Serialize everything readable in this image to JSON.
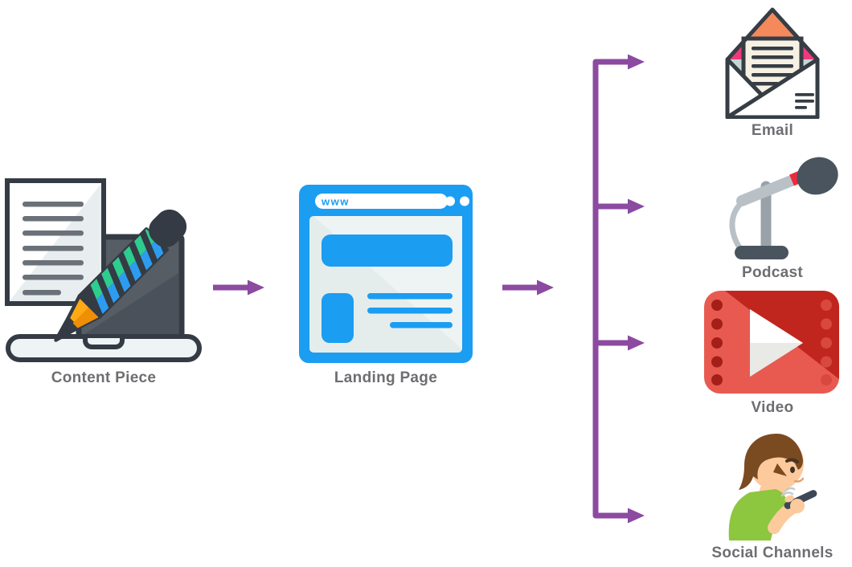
{
  "diagram": {
    "type": "flow-diagram",
    "source": {
      "id": "content-piece",
      "label": "Content Piece",
      "icon": "laptop-document-pencil-icon"
    },
    "intermediate": {
      "id": "landing-page",
      "label": "Landing Page",
      "icon": "browser-window-icon",
      "browser_address_text": "www"
    },
    "targets": [
      {
        "id": "email",
        "label": "Email",
        "icon": "open-envelope-icon"
      },
      {
        "id": "podcast",
        "label": "Podcast",
        "icon": "microphone-icon"
      },
      {
        "id": "video",
        "label": "Video",
        "icon": "video-player-icon"
      },
      {
        "id": "social-channels",
        "label": "Social Channels",
        "icon": "person-with-phone-icon"
      }
    ],
    "edges": [
      {
        "from": "content-piece",
        "to": "landing-page"
      },
      {
        "from": "landing-page",
        "to": "email"
      },
      {
        "from": "landing-page",
        "to": "podcast"
      },
      {
        "from": "landing-page",
        "to": "video"
      },
      {
        "from": "landing-page",
        "to": "social-channels"
      }
    ]
  },
  "colors": {
    "arrow": "#8c4aa1",
    "label": "#6d6e71",
    "blue": "#1b9df2",
    "green": "#8dc63f",
    "orange": "#f4895c",
    "pink": "#f0387d",
    "video-red-dark": "#c0261d",
    "video-red-light": "#e85a50",
    "outline-dark": "#363d45"
  }
}
